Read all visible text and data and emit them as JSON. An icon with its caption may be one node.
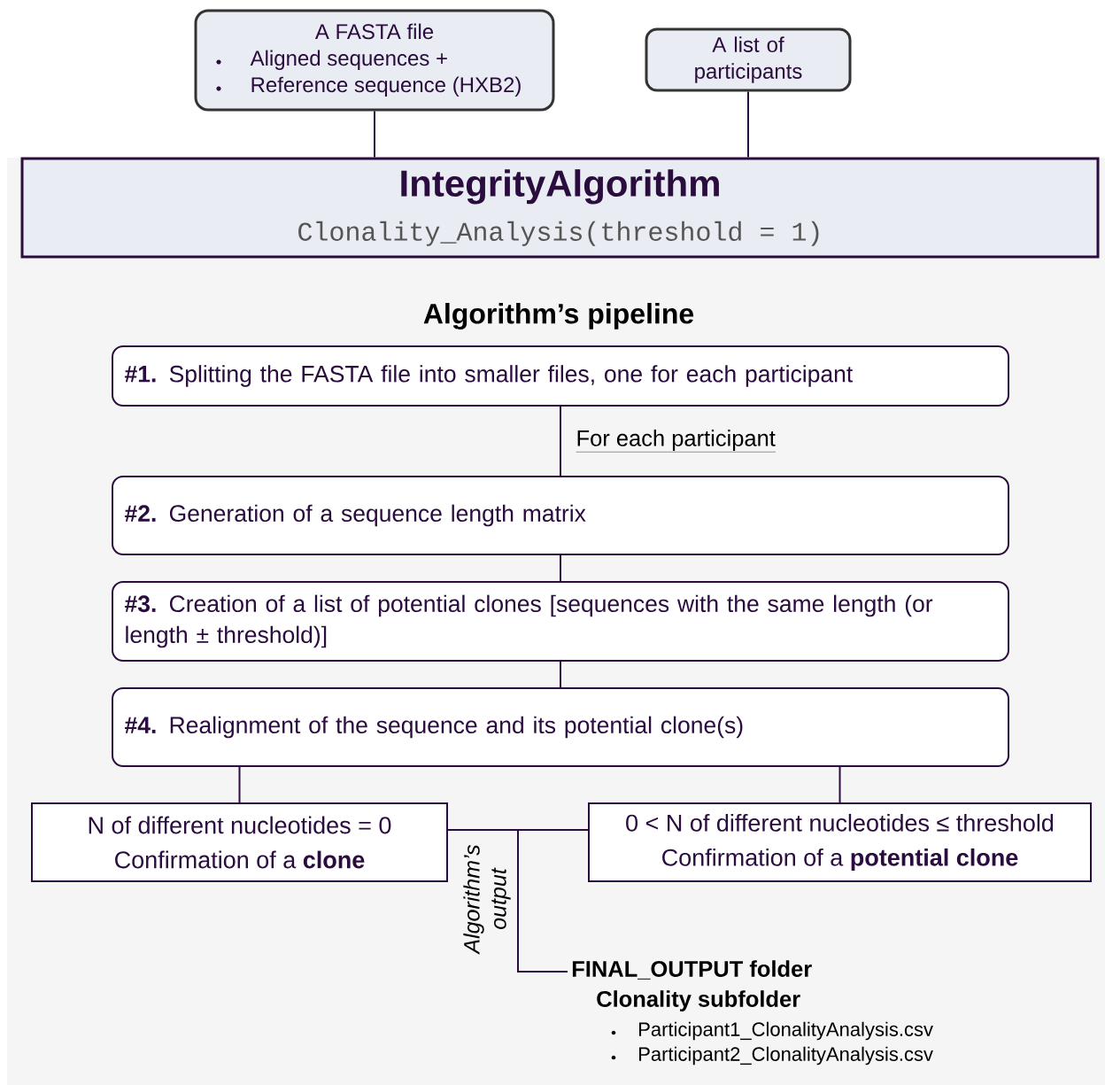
{
  "diagram": {
    "nodes": [
      {
        "text": [
          "A FASTA file",
          "Aligned sequences +",
          "Reference sequence (HXB2)"
        ]
      },
      {
        "text": [
          "A list of participants"
        ]
      },
      {
        "text": [
          "IntegrityAlgorithm",
          "Clonality_Analysis(threshold = 1)"
        ]
      },
      {
        "text": [
          "**#1.** Splitting the FASTA file into smaller files, one for each participant"
        ]
      },
      {
        "text": [
          "**#2.** Generation of a sequence length matrix"
        ]
      },
      {
        "text": [
          "**#3.** Creation of a list of potential clones [sequences with the same length (or length ± threshold)]"
        ]
      },
      {
        "text": [
          "**#4.** Realignment of the sequence and its potential clone(s)"
        ]
      },
      {
        "text": [
          "N of different nucleotides = 0",
          "Confirmation of a **clone**"
        ]
      },
      {
        "text": [
          "0 < N of different nucleotides ≤ threshold",
          "Confirmation of a **potential clone**"
        ]
      },
      {
        "text": [
          "FINAL_OUTPUT folder",
          "Clonality subfolder",
          "Participant1_ClonalityAnalysis.csv",
          "Participant2_ClonalityAnalysis.csv"
        ]
      }
    ],
    "edges": [
      {
        "from": 0,
        "to": 2,
        "arrow": "none"
      },
      {
        "from": 1,
        "to": 2,
        "arrow": "none"
      },
      {
        "from": 3,
        "to": 4,
        "arrow": "none",
        "label": "For each participant"
      },
      {
        "from": 4,
        "to": 5,
        "arrow": "none"
      },
      {
        "from": 5,
        "to": 6,
        "arrow": "none"
      },
      {
        "from": 6,
        "to": 7,
        "arrow": "none"
      },
      {
        "from": 6,
        "to": 8,
        "arrow": "none"
      },
      {
        "from": 7,
        "to": 9,
        "arrow": "none",
        "label": "Algorithm’s output"
      },
      {
        "from": 8,
        "to": 9,
        "arrow": "none"
      }
    ],
    "labels": [
      "Algorithm’s pipeline"
    ]
  }
}
